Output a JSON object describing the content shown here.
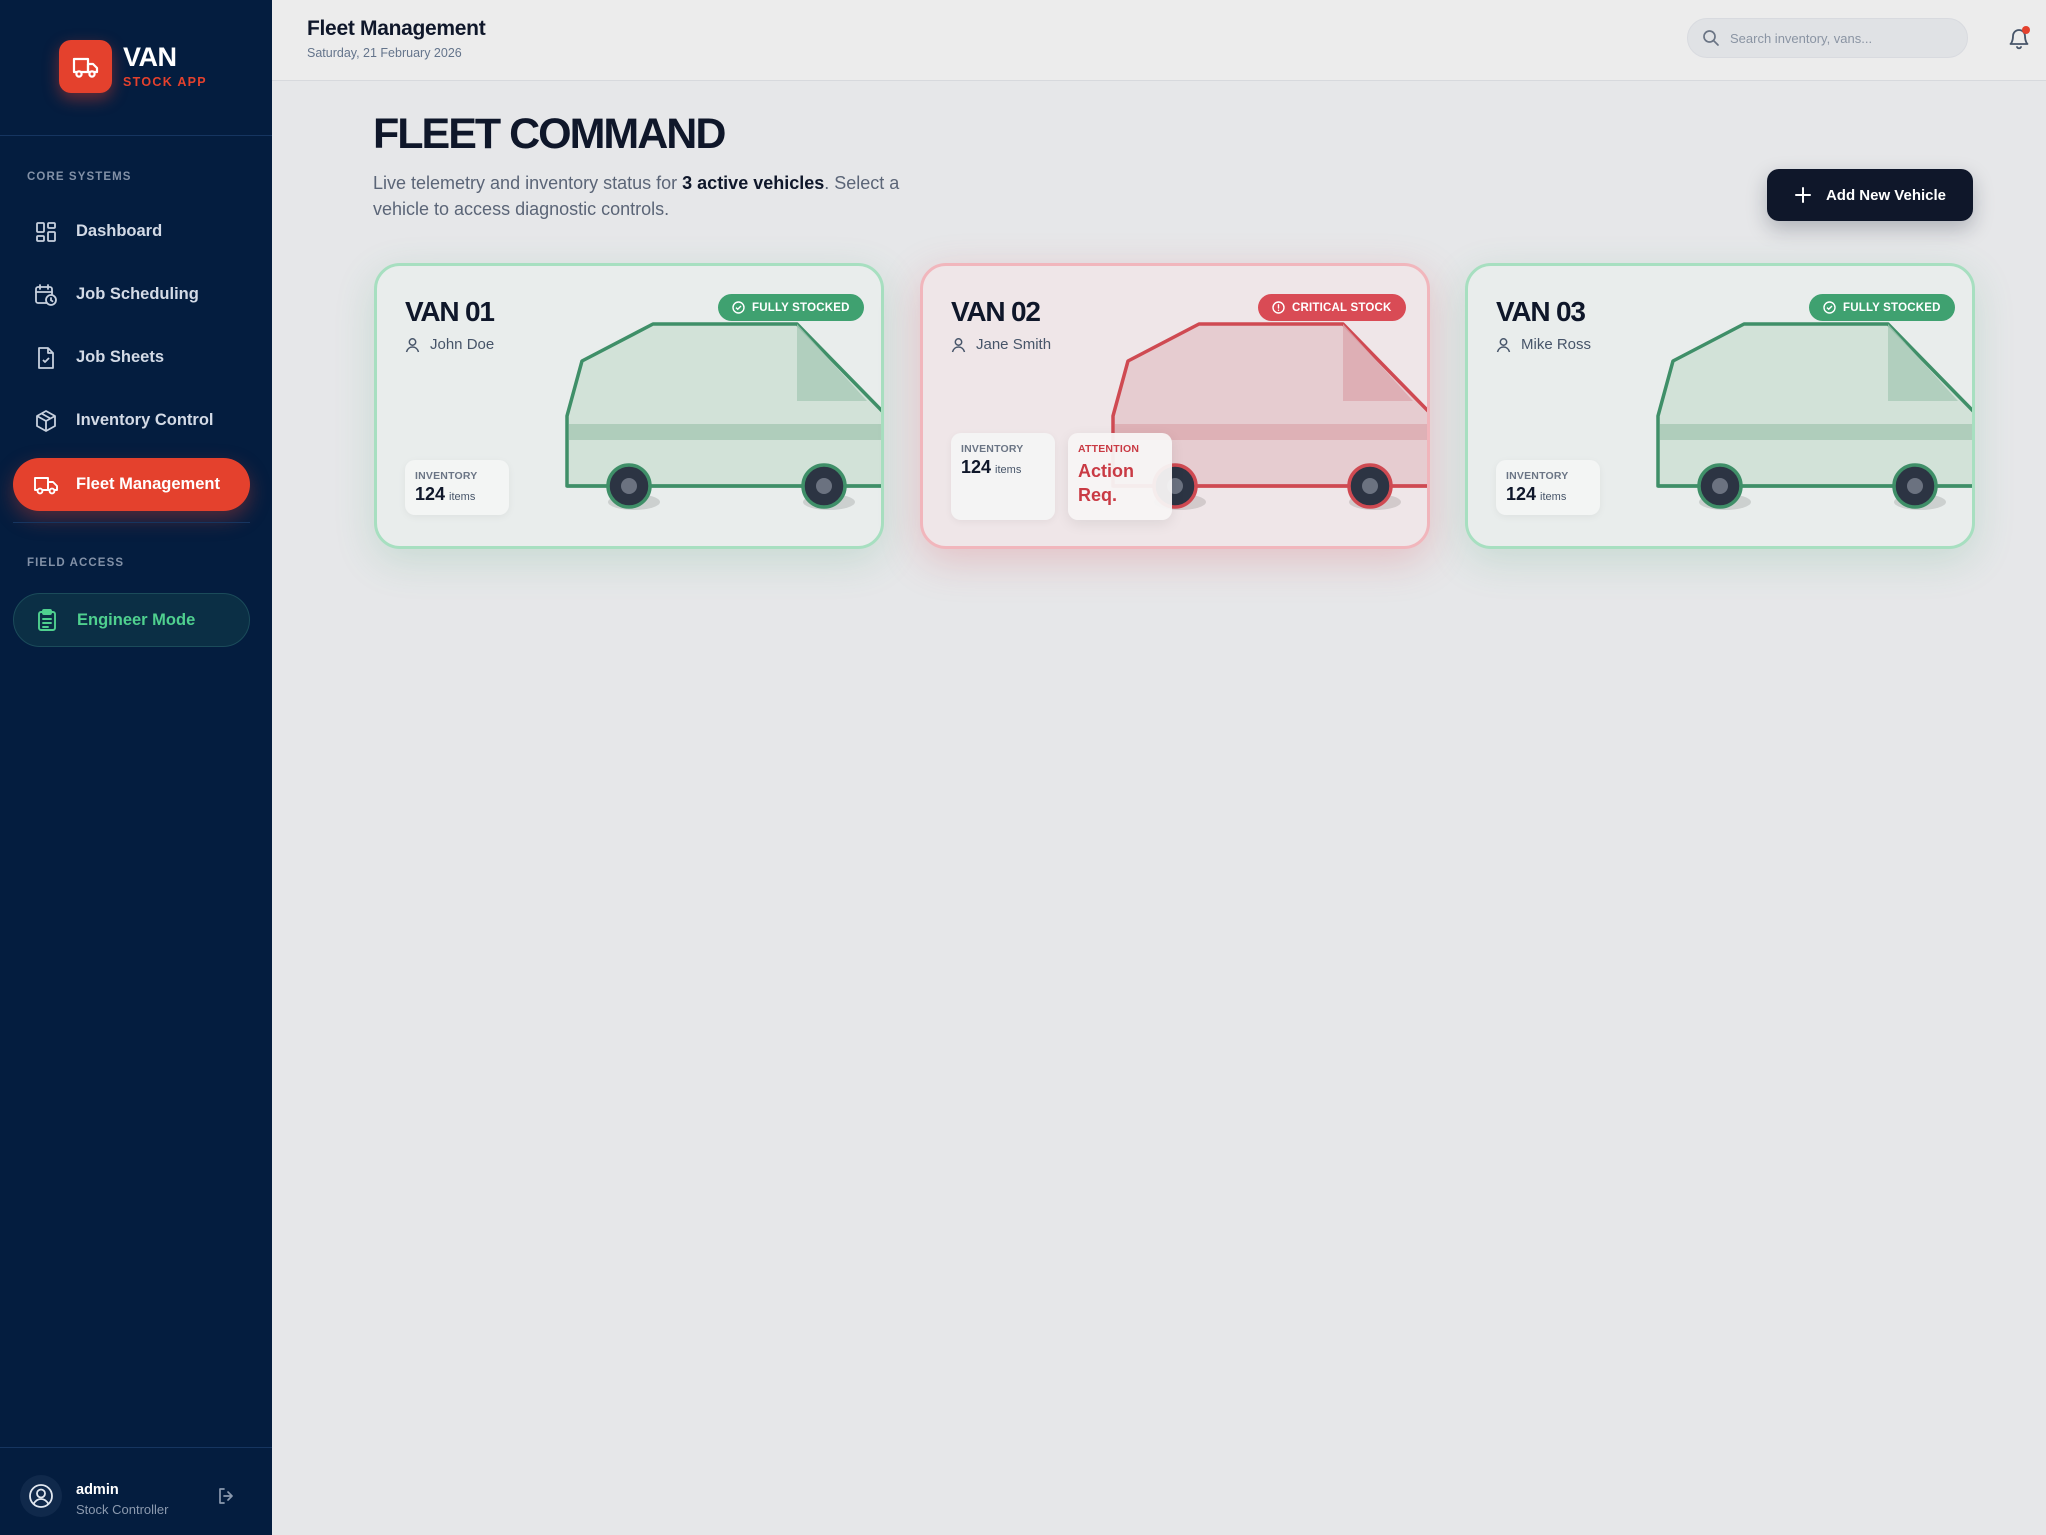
{
  "brand": {
    "name": "VAN",
    "subtitle": "STOCK APP"
  },
  "sidebar": {
    "sections": {
      "core": "CORE SYSTEMS",
      "field": "FIELD ACCESS"
    },
    "items": [
      {
        "label": "Dashboard",
        "icon": "grid-icon",
        "active": false
      },
      {
        "label": "Job Scheduling",
        "icon": "calendar-clock-icon",
        "active": false
      },
      {
        "label": "Job Sheets",
        "icon": "document-icon",
        "active": false
      },
      {
        "label": "Inventory Control",
        "icon": "package-icon",
        "active": false
      },
      {
        "label": "Fleet Management",
        "icon": "truck-icon",
        "active": true
      }
    ],
    "engineer_mode": "Engineer Mode",
    "user": {
      "name": "admin",
      "role": "Stock Controller"
    }
  },
  "header": {
    "title": "Fleet Management",
    "date": "Saturday, 21 February 2026",
    "search_placeholder": "Search inventory, vans...",
    "has_notification": true
  },
  "main": {
    "heading": "FLEET COMMAND",
    "desc_before": "Live telemetry and inventory status for ",
    "desc_bold": "3 active vehicles",
    "desc_after": ". Select a vehicle to access diagnostic controls.",
    "add_button": "Add New Vehicle"
  },
  "vans": [
    {
      "name": "VAN 01",
      "driver": "John Doe",
      "status": "FULLY STOCKED",
      "status_type": "ok",
      "inventory_label": "INVENTORY",
      "inventory_count": "124",
      "inventory_unit": "items"
    },
    {
      "name": "VAN 02",
      "driver": "Jane Smith",
      "status": "CRITICAL STOCK",
      "status_type": "critical",
      "inventory_label": "INVENTORY",
      "inventory_count": "124",
      "inventory_unit": "items",
      "attention_label": "ATTENTION",
      "attention_text": "Action Req."
    },
    {
      "name": "VAN 03",
      "driver": "Mike Ross",
      "status": "FULLY STOCKED",
      "status_type": "ok",
      "inventory_label": "INVENTORY",
      "inventory_count": "124",
      "inventory_unit": "items"
    }
  ],
  "colors": {
    "sidebar_bg": "#041d3f",
    "accent": "#e4412d",
    "ok": "#3fa170",
    "critical": "#d94b55",
    "engineer": "#4fd08f"
  }
}
